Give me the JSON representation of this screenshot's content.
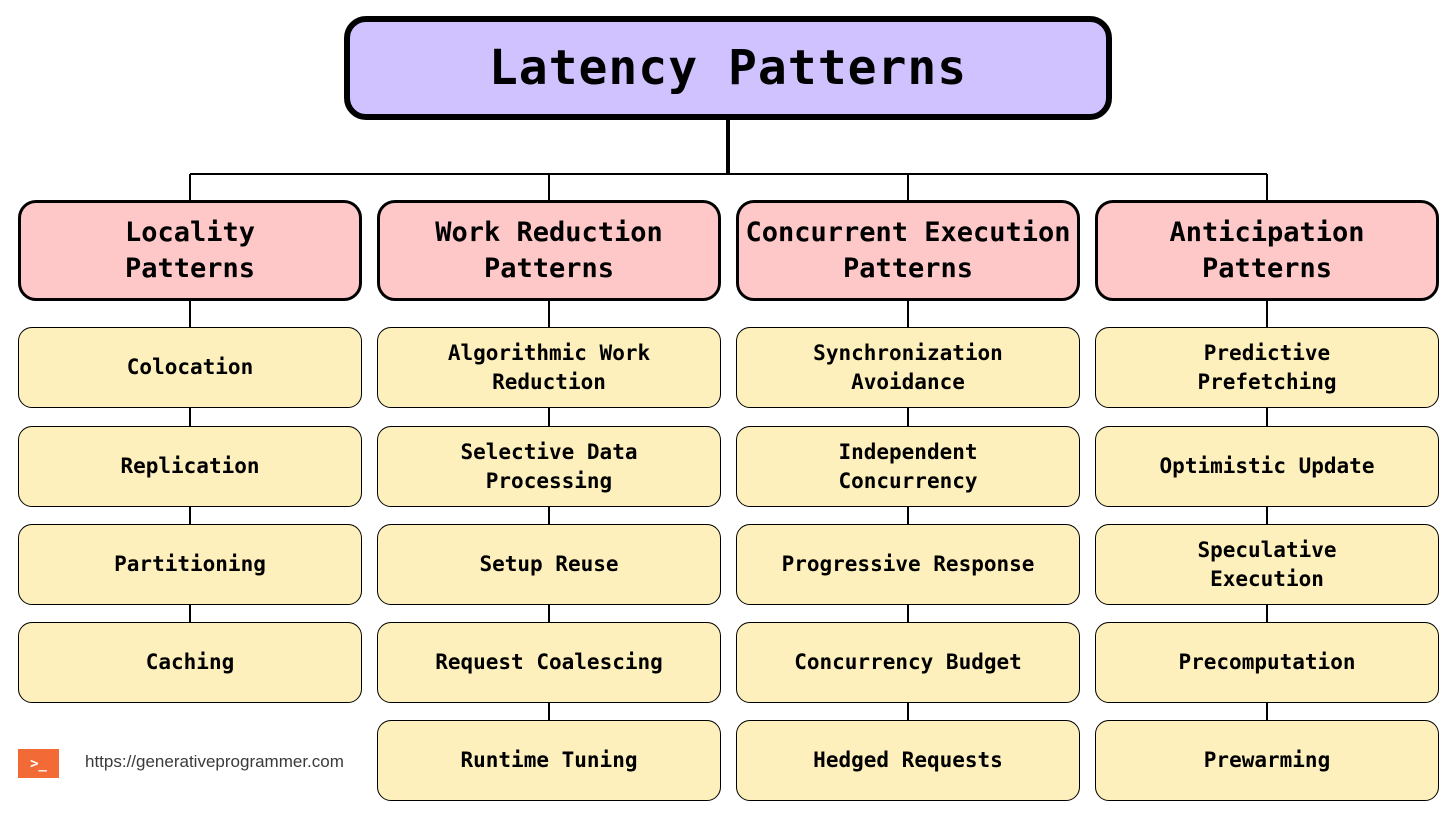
{
  "title": "Latency Patterns",
  "columns": [
    {
      "category": "Locality\nPatterns",
      "items": [
        "Colocation",
        "Replication",
        "Partitioning",
        "Caching"
      ]
    },
    {
      "category": "Work Reduction\nPatterns",
      "items": [
        "Algorithmic Work\nReduction",
        "Selective Data\nProcessing",
        "Setup Reuse",
        "Request Coalescing",
        "Runtime Tuning"
      ]
    },
    {
      "category": "Concurrent Execution\nPatterns",
      "items": [
        "Synchronization\nAvoidance",
        "Independent\nConcurrency",
        "Progressive Response",
        "Concurrency Budget",
        "Hedged Requests"
      ]
    },
    {
      "category": "Anticipation\nPatterns",
      "items": [
        "Predictive\nPrefetching",
        "Optimistic Update",
        "Speculative\nExecution",
        "Precomputation",
        "Prewarming"
      ]
    }
  ],
  "footer": {
    "logo_text": ">_",
    "url": "https://generativeprogrammer.com"
  },
  "colors": {
    "title_fill": "#cfc2ff",
    "category_fill": "#ffc8c8",
    "item_fill": "#fdf0bc",
    "logo_fill": "#f26a35"
  }
}
